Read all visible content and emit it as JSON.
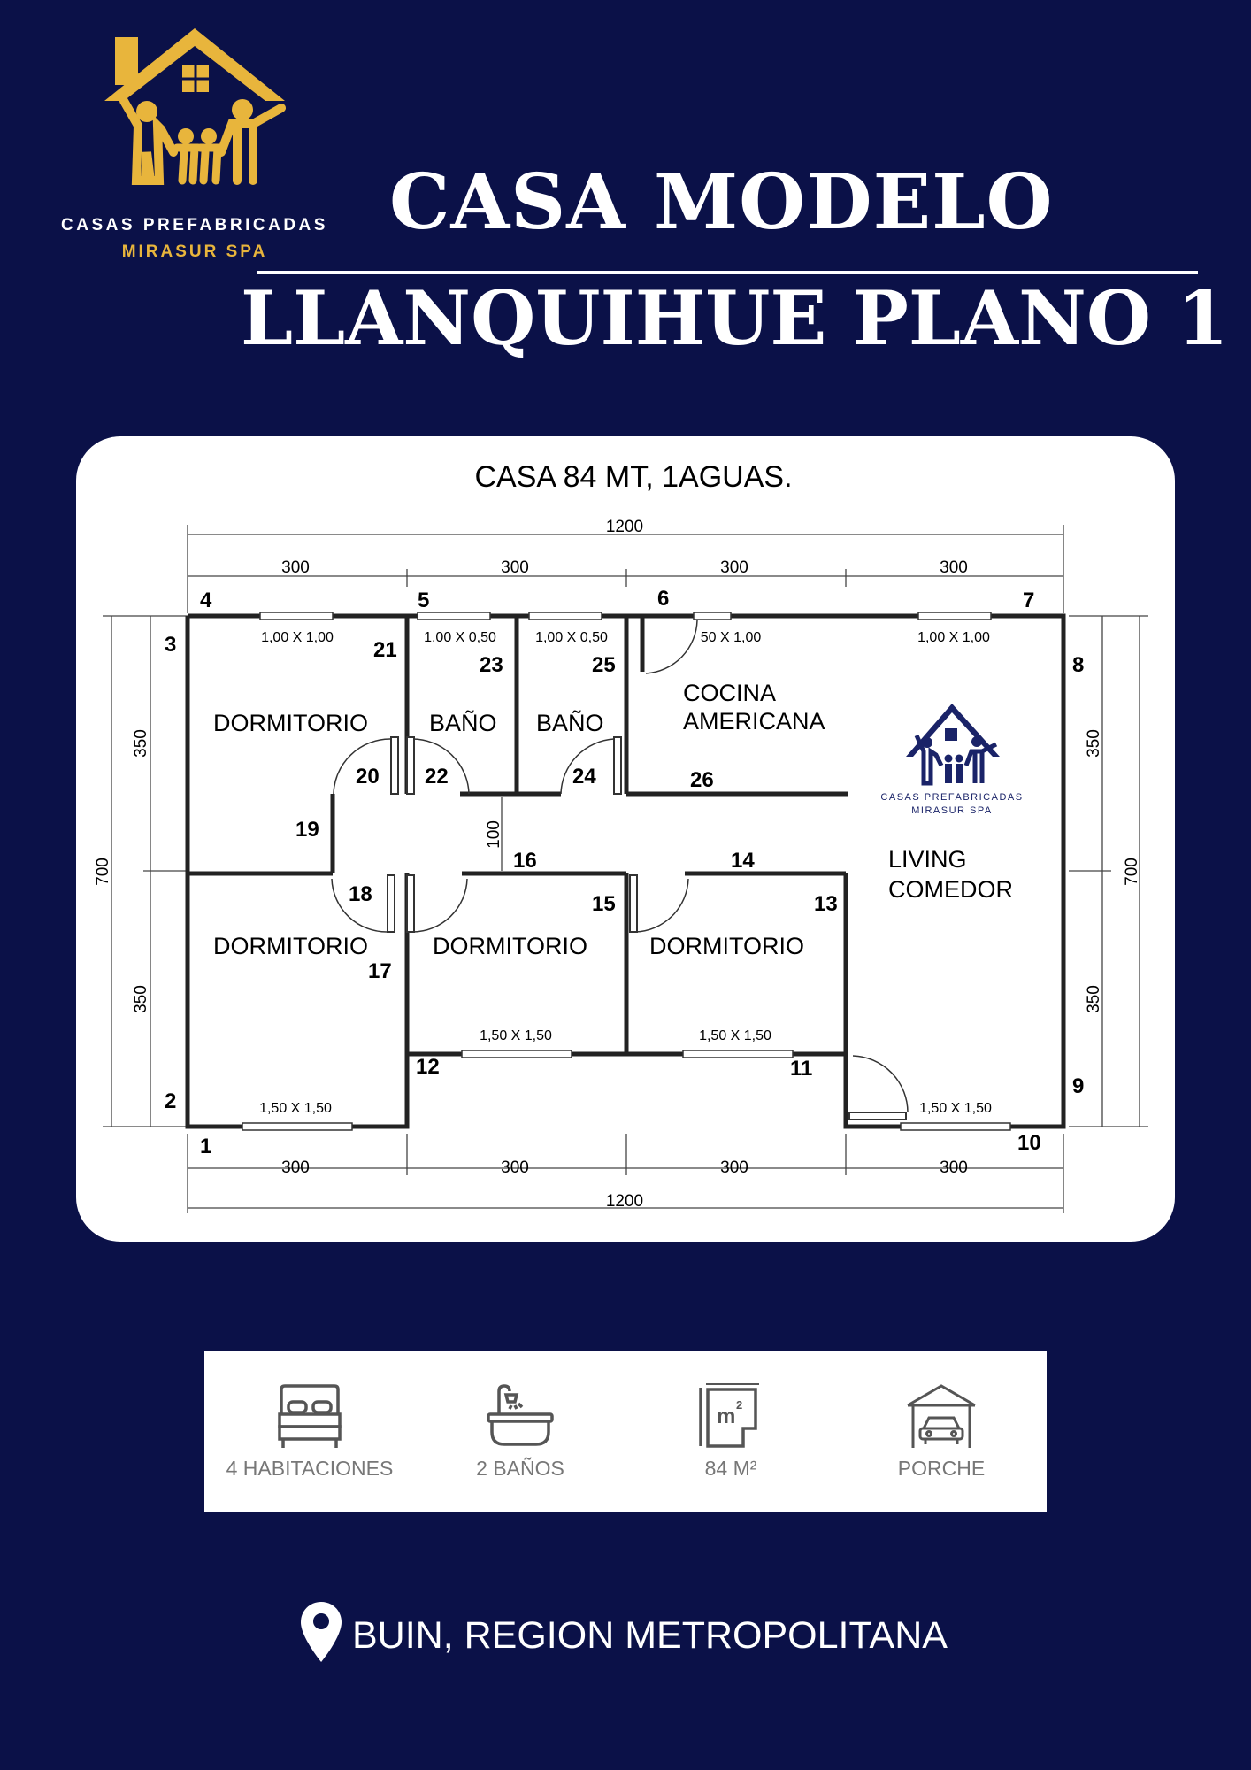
{
  "brand": {
    "name_line1": "CASAS PREFABRICADAS",
    "name_line2": "MIRASUR SPA",
    "colors": {
      "background": "#0b1148",
      "gold": "#e8b53c",
      "white": "#ffffff"
    }
  },
  "header": {
    "title_line1": "CASA MODELO",
    "title_line2": "LLANQUIHUE PLANO 1"
  },
  "plan": {
    "title": "CASA 84 MT,  1AGUAS.",
    "total_width": "1200",
    "total_depth": "700",
    "module_width": "300",
    "half_depth": "350",
    "hall_width": "100",
    "rooms": {
      "dormitorio_1": "DORMITORIO",
      "bano_1": "BAÑO",
      "bano_2": "BAÑO",
      "cocina_line1": "COCINA",
      "cocina_line2": "AMERICANA",
      "living_line1": "LIVING",
      "living_line2": "COMEDOR",
      "dormitorio_2": "DORMITORIO",
      "dormitorio_3": "DORMITORIO",
      "dormitorio_4": "DORMITORIO"
    },
    "windows": {
      "w_dorm_top": "1,00 X 1,00",
      "w_bano1": "1,00 X 0,50",
      "w_bano2": "1,00 X 0,50",
      "w_cocina": "50 X 1,00",
      "w_living_top": "1,00 X 1,00",
      "w_dorm2": "1,50 X 1,50",
      "w_dorm3": "1,50 X 1,50",
      "w_dorm4": "1,50 X 1,50",
      "w_living_bottom": "1,50 X 1,50"
    },
    "points": [
      "1",
      "2",
      "3",
      "4",
      "5",
      "6",
      "7",
      "8",
      "9",
      "10",
      "11",
      "12",
      "13",
      "14",
      "15",
      "16",
      "17",
      "18",
      "19",
      "20",
      "21",
      "22",
      "23",
      "24",
      "25",
      "26"
    ]
  },
  "features": [
    {
      "icon": "bed-icon",
      "label": "4 HABITACIONES"
    },
    {
      "icon": "bathtub-icon",
      "label": "2 BAÑOS"
    },
    {
      "icon": "area-m2-icon",
      "label": "84 M²"
    },
    {
      "icon": "carport-icon",
      "label": "PORCHE"
    }
  ],
  "location": {
    "icon": "location-pin-icon",
    "text": "BUIN, REGION METROPOLITANA"
  }
}
